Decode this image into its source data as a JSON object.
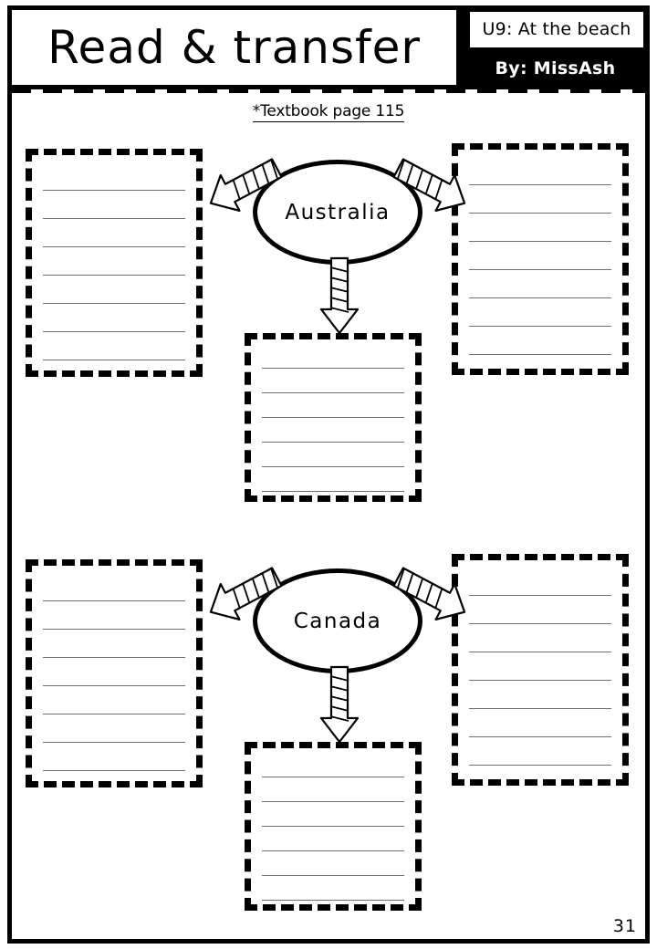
{
  "page": {
    "title": "Read & transfer",
    "unit": "U9: At the beach",
    "author": "By: MissAsh",
    "textbook_reference": "*Textbook page 115",
    "page_number": "31",
    "accent_color": "#000000",
    "rule_color": "#6f6f6f",
    "background": "#ffffff"
  },
  "sections": [
    {
      "name": "australia-section",
      "center_label": "Australia",
      "boxes": [
        {
          "name": "left-box",
          "line_count": 7
        },
        {
          "name": "right-box",
          "line_count": 7
        },
        {
          "name": "bottom-box",
          "line_count": 6
        }
      ],
      "arrows": [
        {
          "name": "arrow-up-left",
          "direction": "up-left",
          "style": "hatched"
        },
        {
          "name": "arrow-up-right",
          "direction": "up-right",
          "style": "hatched"
        },
        {
          "name": "arrow-down",
          "direction": "down",
          "style": "hatched"
        }
      ]
    },
    {
      "name": "canada-section",
      "center_label": "Canada",
      "boxes": [
        {
          "name": "left-box",
          "line_count": 7
        },
        {
          "name": "right-box",
          "line_count": 7
        },
        {
          "name": "bottom-box",
          "line_count": 6
        }
      ],
      "arrows": [
        {
          "name": "arrow-up-left",
          "direction": "up-left",
          "style": "hatched"
        },
        {
          "name": "arrow-up-right",
          "direction": "up-right",
          "style": "hatched"
        },
        {
          "name": "arrow-down",
          "direction": "down",
          "style": "hatched"
        }
      ]
    }
  ]
}
